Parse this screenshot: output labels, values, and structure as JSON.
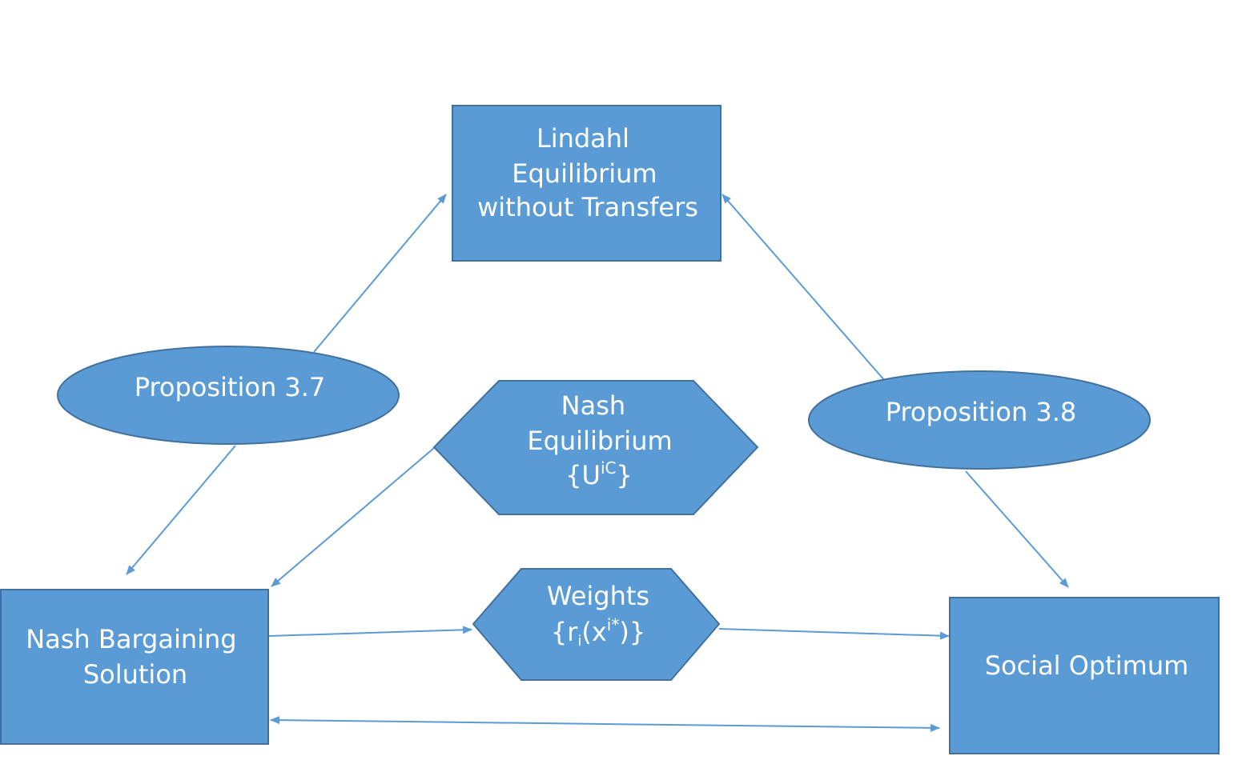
{
  "nodes": {
    "lindahl": {
      "lines": [
        "Lindahl",
        "Equilibrium",
        "without Transfers"
      ]
    },
    "nash_bargaining": {
      "lines": [
        "Nash Bargaining",
        "Solution"
      ]
    },
    "social_optimum": {
      "lines": [
        "Social Optimum"
      ]
    },
    "nash_equilibrium": {
      "line1": "Nash",
      "line2": "Equilibrium",
      "set_open": "{U",
      "set_sup": "iC",
      "set_close": "}"
    },
    "weights": {
      "line1": "Weights",
      "w_open": "{r",
      "w_sub": "i",
      "w_mid": "(x",
      "w_sup": "i*",
      "w_close": ")}"
    },
    "prop_37": {
      "label": "Proposition 3.7"
    },
    "prop_38": {
      "label": "Proposition 3.8"
    }
  },
  "colors": {
    "fill": "#5b9bd5",
    "stroke": "#41719c",
    "text": "#ffffff"
  }
}
